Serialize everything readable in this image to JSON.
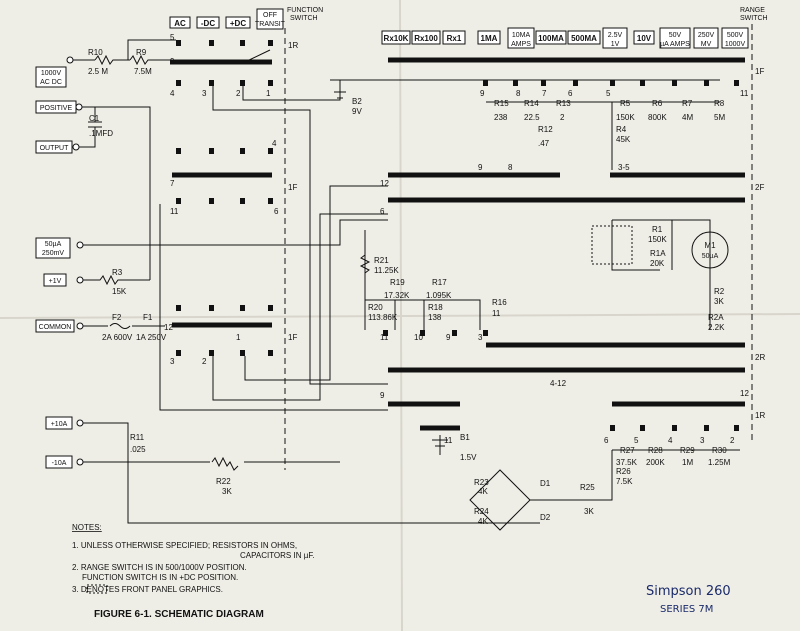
{
  "function_switch": {
    "title_line1": "FUNCTION",
    "title_line2": "SWITCH",
    "positions": [
      "AC",
      "-DC",
      "+DC",
      "OFF",
      "TRANSIT"
    ],
    "sections": [
      "1R",
      "1F",
      "1F"
    ]
  },
  "range_switch": {
    "title_line1": "RANGE",
    "title_line2": "SWITCH",
    "positions": [
      {
        "l1": "Rx10K",
        "l2": ""
      },
      {
        "l1": "Rx100",
        "l2": ""
      },
      {
        "l1": "Rx1",
        "l2": ""
      },
      {
        "l1": "1MA",
        "l2": ""
      },
      {
        "l1": "10MA",
        "l2": "AMPS"
      },
      {
        "l1": "100MA",
        "l2": ""
      },
      {
        "l1": "500MA",
        "l2": ""
      },
      {
        "l1": "2.5V",
        "l2": "1V"
      },
      {
        "l1": "10V",
        "l2": ""
      },
      {
        "l1": "50V",
        "l2": "µA AMPS"
      },
      {
        "l1": "250V",
        "l2": "MV"
      },
      {
        "l1": "500V",
        "l2": "1000V"
      }
    ],
    "sections": [
      "1F",
      "2F",
      "2R",
      "1R"
    ]
  },
  "jacks": [
    {
      "l1": "1000V",
      "l2": "AC DC"
    },
    {
      "l1": "POSITIVE",
      "l2": ""
    },
    {
      "l1": "OUTPUT",
      "l2": ""
    },
    {
      "l1": "50µA",
      "l2": "250mV"
    },
    {
      "l1": "+1V",
      "l2": ""
    },
    {
      "l1": "COMMON",
      "l2": ""
    },
    {
      "l1": "+10A",
      "l2": ""
    },
    {
      "l1": "-10A",
      "l2": ""
    }
  ],
  "components": [
    {
      "ref": "R10",
      "value": "2.5 M"
    },
    {
      "ref": "R9",
      "value": "7.5M"
    },
    {
      "ref": "C1",
      "value": ".1MFD"
    },
    {
      "ref": "R3",
      "value": "15K"
    },
    {
      "ref": "F2",
      "value": "2A 600V"
    },
    {
      "ref": "F1",
      "value": "1A 250V"
    },
    {
      "ref": "R11",
      "value": ".025"
    },
    {
      "ref": "R22",
      "value": "3K"
    },
    {
      "ref": "B2",
      "value": "9V"
    },
    {
      "ref": "B1",
      "value": "1.5V"
    },
    {
      "ref": "R15",
      "value": "238"
    },
    {
      "ref": "R14",
      "value": "22.5"
    },
    {
      "ref": "R13",
      "value": "2"
    },
    {
      "ref": "R12",
      "value": ".47"
    },
    {
      "ref": "R5",
      "value": "150K"
    },
    {
      "ref": "R6",
      "value": "800K"
    },
    {
      "ref": "R7",
      "value": "4M"
    },
    {
      "ref": "R8",
      "value": "5M"
    },
    {
      "ref": "R4",
      "value": "45K"
    },
    {
      "ref": "R1",
      "value": "150K"
    },
    {
      "ref": "R1A",
      "value": "20K"
    },
    {
      "ref": "M1",
      "value": "50µA"
    },
    {
      "ref": "R2",
      "value": "3K"
    },
    {
      "ref": "R2A",
      "value": "2.2K"
    },
    {
      "ref": "R21",
      "value": "11.25K"
    },
    {
      "ref": "R19",
      "value": "17.32K"
    },
    {
      "ref": "R17",
      "value": "1.095K"
    },
    {
      "ref": "R20",
      "value": "113.86K"
    },
    {
      "ref": "R18",
      "value": "138"
    },
    {
      "ref": "R16",
      "value": "11"
    },
    {
      "ref": "R23",
      "value": "4K"
    },
    {
      "ref": "R24",
      "value": "4K"
    },
    {
      "ref": "D1",
      "value": ""
    },
    {
      "ref": "D2",
      "value": ""
    },
    {
      "ref": "R25",
      "value": "3K"
    },
    {
      "ref": "R26",
      "value": "7.5K"
    },
    {
      "ref": "R27",
      "value": "37.5K"
    },
    {
      "ref": "R28",
      "value": "200K"
    },
    {
      "ref": "R29",
      "value": "1M"
    },
    {
      "ref": "R30",
      "value": "1.25M"
    }
  ],
  "contact_numbers": [
    "5",
    "9",
    "4",
    "3",
    "2",
    "1",
    "4",
    "7",
    "11",
    "6",
    "12",
    "1",
    "2",
    "3",
    "9",
    "8",
    "7",
    "6",
    "5",
    "11",
    "12",
    "6",
    "9",
    "8",
    "3-5",
    "11",
    "10",
    "9",
    "3",
    "4-12",
    "9",
    "11",
    "12",
    "6",
    "5",
    "4",
    "3",
    "2"
  ],
  "notes": {
    "heading": "NOTES:",
    "items": [
      "1. UNLESS OTHERWISE SPECIFIED; RESISTORS IN OHMS,",
      "CAPACITORS IN µF.",
      "2. RANGE SWITCH IS IN 500/1000V POSITION.",
      "FUNCTION SWITCH IS IN +DC POSITION.",
      "3.       DENOTES FRONT PANEL GRAPHICS."
    ]
  },
  "figure_caption": "FIGURE 6-1.  SCHEMATIC DIAGRAM",
  "brand": {
    "name": "Simpson 260",
    "series": "SERIES 7M"
  }
}
